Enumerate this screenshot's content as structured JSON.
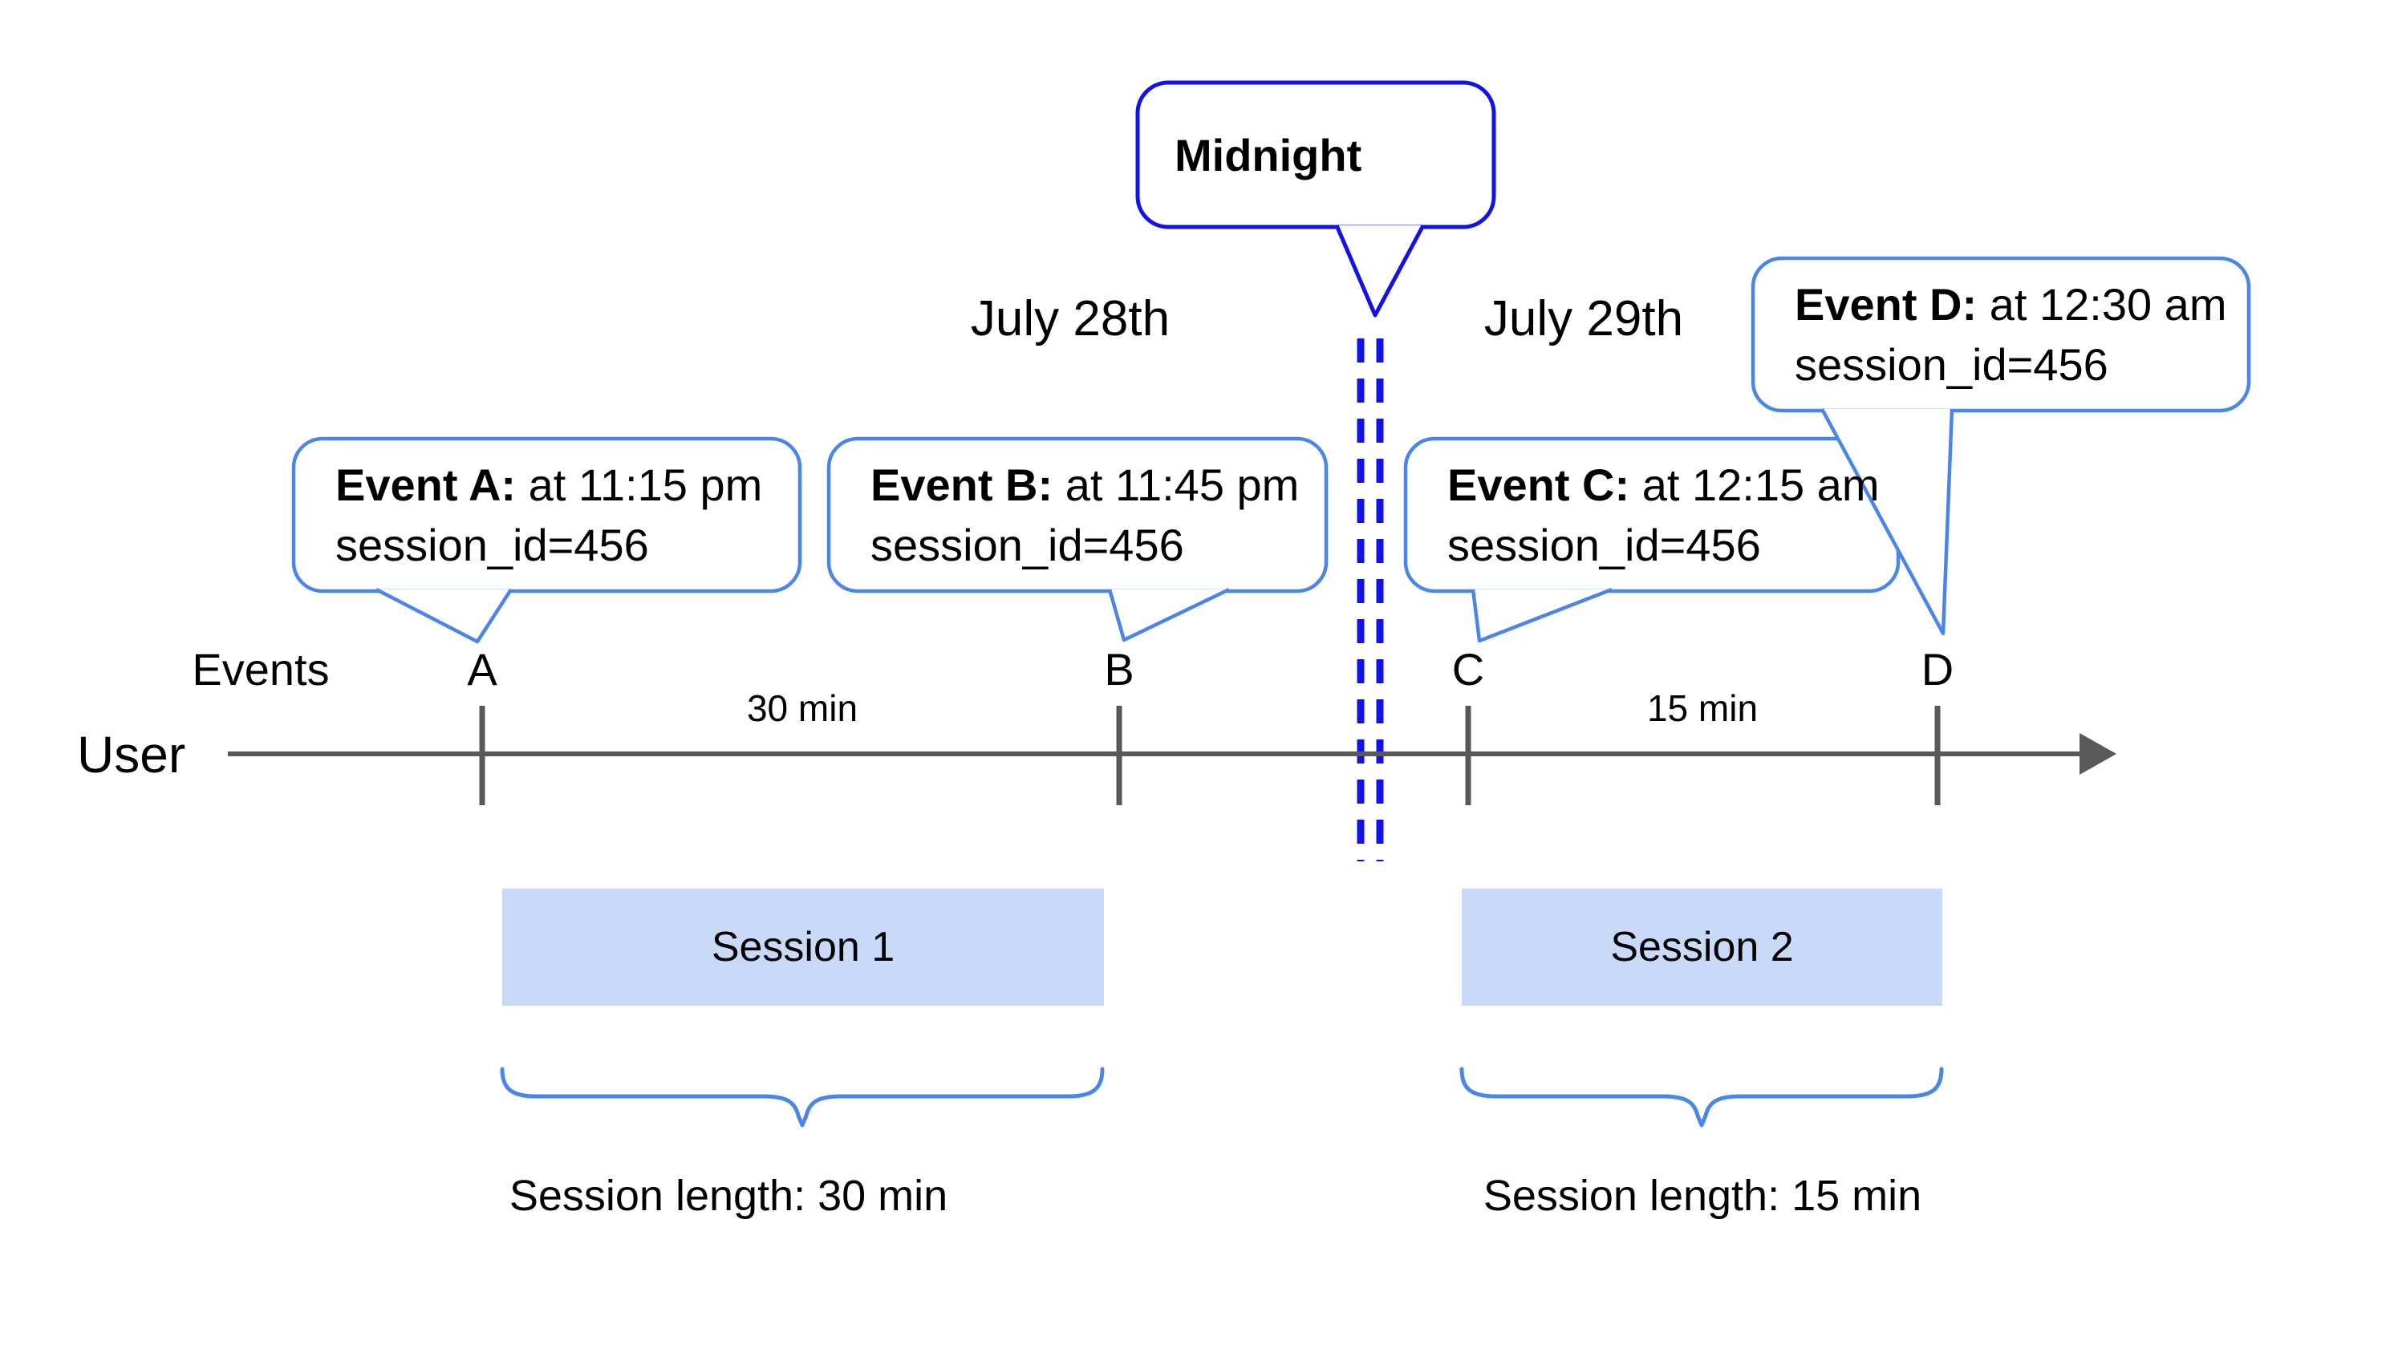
{
  "colors": {
    "accent-blue": "#4a86e8",
    "deep-blue": "#1212e8",
    "line-gray": "#595959",
    "session-fill": "#c9daf8",
    "text": "#000000"
  },
  "dates": {
    "left": "July 28th",
    "right": "July 29th"
  },
  "midnight": {
    "label": "Midnight"
  },
  "axis": {
    "events_label": "Events",
    "user_label": "User"
  },
  "ticks": [
    {
      "label": "A"
    },
    {
      "label": "B"
    },
    {
      "label": "C"
    },
    {
      "label": "D"
    }
  ],
  "intervals": [
    {
      "label": "30 min"
    },
    {
      "label": "15 min"
    }
  ],
  "callouts": [
    {
      "bold": "Event A:",
      "rest": " at 11:15 pm",
      "line2": "session_id=456"
    },
    {
      "bold": "Event B:",
      "rest": " at 11:45 pm",
      "line2": "session_id=456"
    },
    {
      "bold": "Event C:",
      "rest": " at 12:15 am",
      "line2": "session_id=456"
    },
    {
      "bold": "Event D:",
      "rest": " at 12:30 am",
      "line2": "session_id=456"
    }
  ],
  "sessions": [
    {
      "label": "Session 1",
      "length": "Session length: 30 min"
    },
    {
      "label": "Session 2",
      "length": "Session length: 15 min"
    }
  ]
}
